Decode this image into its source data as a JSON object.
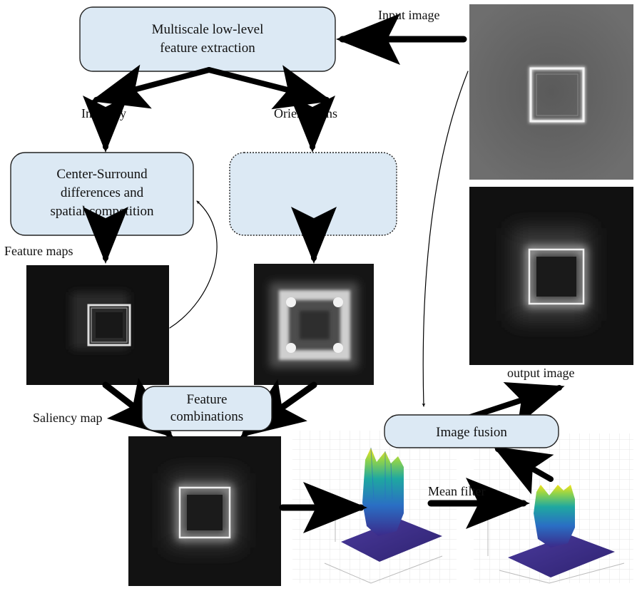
{
  "boxes": {
    "extraction": {
      "line1": "Multiscale low-level",
      "line2": "feature extraction"
    },
    "center_surround": {
      "line1": "Center-Surround",
      "line2": "differences and",
      "line3": "spatial competition"
    },
    "orientation_process": {
      "text": ""
    },
    "feature_combinations": {
      "line1": "Feature",
      "line2": "combinations"
    },
    "image_fusion": {
      "text": "Image fusion"
    }
  },
  "labels": {
    "input_image": "Input image",
    "intensity": "Intensity",
    "orientations": "Orientations",
    "feature_maps": "Feature maps",
    "saliency_map": "Saliency map",
    "output_image": "output image",
    "mean_filter": "Mean filter"
  },
  "colors": {
    "box_fill": "#dce9f4",
    "arrow": "#000000",
    "surface_low": "#3b2a8a",
    "surface_mid": "#1fa8a0",
    "surface_high": "#f2e21b"
  }
}
